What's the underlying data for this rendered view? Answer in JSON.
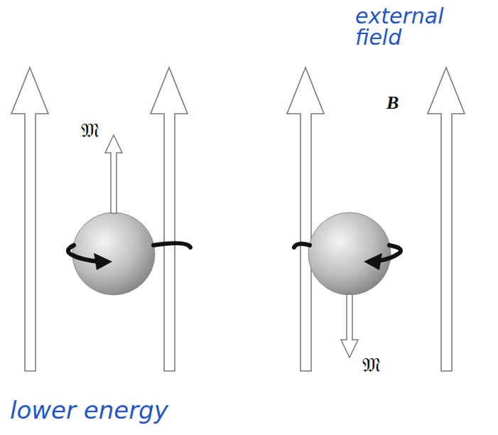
{
  "diagram": {
    "labels": [
      "external field",
      "B",
      "𝔐",
      "𝔐",
      "lower energy"
    ]
  }
}
